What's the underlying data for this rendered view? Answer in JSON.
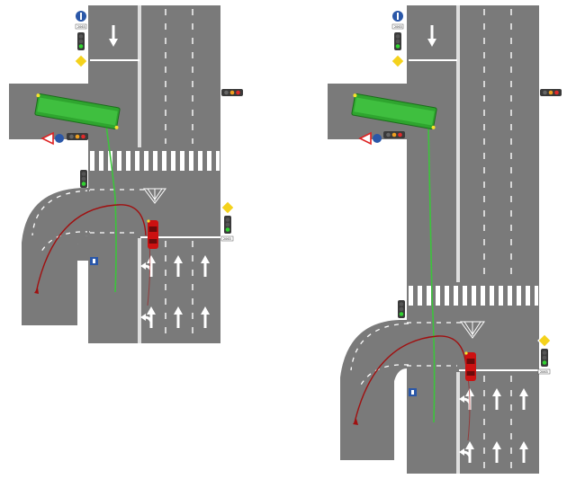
{
  "scenes": [
    {
      "id": "left",
      "sign_plate_top": "2063",
      "sign_plate_right": "2063"
    },
    {
      "id": "right",
      "sign_plate_top": "2063",
      "sign_plate_right": "2063"
    }
  ],
  "colors": {
    "road": "#7a7a7a",
    "marking": "#ffffff",
    "bus": "#2fa52f",
    "car": "#cc1111",
    "bus_path": "#3cc43c",
    "car_path": "#a01010",
    "traffic_light_body": "#3a3a3a",
    "sign_blue": "#2a57a8",
    "sign_yellow": "#f4d21c",
    "parking_sign": "#2a57a8"
  },
  "icons": [
    "traffic-light-icon",
    "priority-road-sign-icon",
    "one-way-sign-icon",
    "yield-sign-icon",
    "parking-sign-icon",
    "arrow-straight-icon",
    "arrow-turn-left-icon"
  ]
}
